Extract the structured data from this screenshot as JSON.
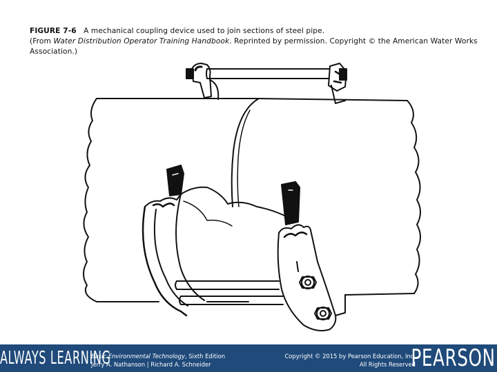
{
  "caption": {
    "label": "FIGURE 7-6",
    "text": "A mechanical coupling device used to join sections of steel pipe.",
    "source_prefix": "(From ",
    "source_title": "Water Distribution Operator Training Handbook",
    "source_suffix": ". Reprinted by permission. Copyright © the American Water Works Association.)"
  },
  "footer": {
    "brand_left": "ALWAYS LEARNING",
    "book_title": "Basic Environmental Technology",
    "book_edition": ", Sixth Edition",
    "authors": "Jerry A. Nathanson | Richard A. Schneider",
    "copyright": "Copyright © 2015 by Pearson Education, Inc.",
    "rights": "All Rights Reserved",
    "brand_right": "PEARSON"
  },
  "colors": {
    "footer_bg": "#1f4a7a",
    "line": "#111111"
  },
  "figure": {
    "subject": "mechanical pipe coupling illustration"
  }
}
